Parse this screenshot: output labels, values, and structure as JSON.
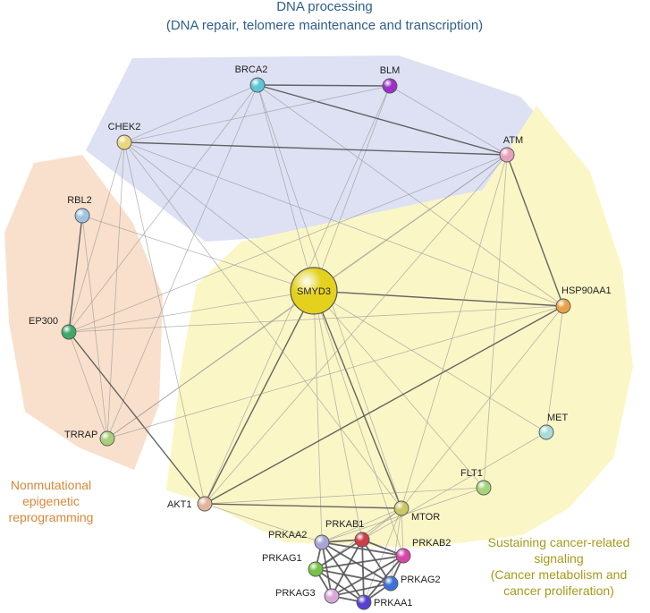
{
  "titles": {
    "line1": "DNA processing",
    "line2": "(DNA repair, telomere maintenance and transcription)"
  },
  "categories": {
    "orange": [
      "Nonmutational",
      "epigenetic",
      "reprogramming"
    ],
    "olive": [
      "Sustaining cancer-related",
      "signaling",
      "(Cancer metabolism and",
      "cancer proliferation)"
    ]
  },
  "colors": {
    "dna_region": "#dde1f3",
    "epi_region": "#f9e0cc",
    "signal_region": "#fbf6c6",
    "title_text": "#2f5f8a",
    "orange_text": "#d7883a",
    "olive_text": "#a59a1a",
    "edge": "#666666"
  },
  "nodes": [
    {
      "id": "SMYD3",
      "label": "SMYD3",
      "color": "#e3d11d"
    },
    {
      "id": "BRCA2",
      "label": "BRCA2",
      "color": "#5cc6d6"
    },
    {
      "id": "BLM",
      "label": "BLM",
      "color": "#9b30c8"
    },
    {
      "id": "CHEK2",
      "label": "CHEK2",
      "color": "#e9d77e"
    },
    {
      "id": "ATM",
      "label": "ATM",
      "color": "#e4a2bd"
    },
    {
      "id": "RBL2",
      "label": "RBL2",
      "color": "#9fc4e2"
    },
    {
      "id": "EP300",
      "label": "EP300",
      "color": "#3fa96a"
    },
    {
      "id": "TRRAP",
      "label": "TRRAP",
      "color": "#a9cf78"
    },
    {
      "id": "HSP90AA1",
      "label": "HSP90AA1",
      "color": "#e7a247"
    },
    {
      "id": "MET",
      "label": "MET",
      "color": "#a8dcd6"
    },
    {
      "id": "FLT1",
      "label": "FLT1",
      "color": "#a4d37a"
    },
    {
      "id": "AKT1",
      "label": "AKT1",
      "color": "#e1b59d"
    },
    {
      "id": "MTOR",
      "label": "MTOR",
      "color": "#cbc761"
    },
    {
      "id": "PRKAB1",
      "label": "PRKAB1",
      "color": "#cf3d48"
    },
    {
      "id": "PRKAA2",
      "label": "PRKAA2",
      "color": "#a6a6d6"
    },
    {
      "id": "PRKAB2",
      "label": "PRKAB2",
      "color": "#d745a8"
    },
    {
      "id": "PRKAG1",
      "label": "PRKAG1",
      "color": "#79c24a"
    },
    {
      "id": "PRKAG2",
      "label": "PRKAG2",
      "color": "#3c72d8"
    },
    {
      "id": "PRKAG3",
      "label": "PRKAG3",
      "color": "#d8a8d8"
    },
    {
      "id": "PRKAA1",
      "label": "PRKAA1",
      "color": "#5a3fd2"
    }
  ],
  "edges": [
    [
      "SMYD3",
      "BRCA2"
    ],
    [
      "SMYD3",
      "BLM"
    ],
    [
      "SMYD3",
      "CHEK2"
    ],
    [
      "SMYD3",
      "ATM"
    ],
    [
      "SMYD3",
      "RBL2"
    ],
    [
      "SMYD3",
      "EP300"
    ],
    [
      "SMYD3",
      "TRRAP"
    ],
    [
      "SMYD3",
      "HSP90AA1"
    ],
    [
      "SMYD3",
      "MET"
    ],
    [
      "SMYD3",
      "FLT1"
    ],
    [
      "SMYD3",
      "AKT1"
    ],
    [
      "SMYD3",
      "MTOR"
    ],
    [
      "SMYD3",
      "PRKAB1"
    ],
    [
      "SMYD3",
      "PRKAA2"
    ],
    [
      "SMYD3",
      "PRKAB2"
    ],
    [
      "BRCA2",
      "BLM"
    ],
    [
      "BRCA2",
      "CHEK2"
    ],
    [
      "BRCA2",
      "ATM"
    ],
    [
      "BRCA2",
      "EP300"
    ],
    [
      "BRCA2",
      "TRRAP"
    ],
    [
      "BRCA2",
      "MTOR"
    ],
    [
      "BRCA2",
      "HSP90AA1"
    ],
    [
      "BLM",
      "CHEK2"
    ],
    [
      "BLM",
      "ATM"
    ],
    [
      "BLM",
      "AKT1"
    ],
    [
      "CHEK2",
      "ATM"
    ],
    [
      "CHEK2",
      "EP300"
    ],
    [
      "CHEK2",
      "TRRAP"
    ],
    [
      "CHEK2",
      "AKT1"
    ],
    [
      "CHEK2",
      "MTOR"
    ],
    [
      "CHEK2",
      "HSP90AA1"
    ],
    [
      "ATM",
      "EP300"
    ],
    [
      "ATM",
      "TRRAP"
    ],
    [
      "ATM",
      "AKT1"
    ],
    [
      "ATM",
      "MTOR"
    ],
    [
      "ATM",
      "HSP90AA1"
    ],
    [
      "ATM",
      "FLT1"
    ],
    [
      "RBL2",
      "EP300"
    ],
    [
      "RBL2",
      "TRRAP"
    ],
    [
      "EP300",
      "TRRAP"
    ],
    [
      "EP300",
      "AKT1"
    ],
    [
      "EP300",
      "HSP90AA1"
    ],
    [
      "TRRAP",
      "HSP90AA1"
    ],
    [
      "HSP90AA1",
      "AKT1"
    ],
    [
      "HSP90AA1",
      "MTOR"
    ],
    [
      "HSP90AA1",
      "MET"
    ],
    [
      "MET",
      "PRKAB1"
    ],
    [
      "FLT1",
      "AKT1"
    ],
    [
      "FLT1",
      "PRKAA2"
    ],
    [
      "AKT1",
      "MTOR"
    ],
    [
      "AKT1",
      "PRKAA2"
    ],
    [
      "MTOR",
      "PRKAB1"
    ],
    [
      "MTOR",
      "PRKAA2"
    ],
    [
      "MTOR",
      "PRKAB2"
    ],
    [
      "MTOR",
      "PRKAG1"
    ],
    [
      "MTOR",
      "PRKAG2"
    ],
    [
      "MTOR",
      "PRKAA1"
    ],
    [
      "PRKAA2",
      "PRKAB1"
    ],
    [
      "PRKAA2",
      "PRKAB2"
    ],
    [
      "PRKAA2",
      "PRKAG1"
    ],
    [
      "PRKAA2",
      "PRKAG2"
    ],
    [
      "PRKAA2",
      "PRKAG3"
    ],
    [
      "PRKAA2",
      "PRKAA1"
    ],
    [
      "PRKAB1",
      "PRKAB2"
    ],
    [
      "PRKAB1",
      "PRKAG1"
    ],
    [
      "PRKAB1",
      "PRKAG2"
    ],
    [
      "PRKAB1",
      "PRKAG3"
    ],
    [
      "PRKAB1",
      "PRKAA1"
    ],
    [
      "PRKAB2",
      "PRKAG1"
    ],
    [
      "PRKAB2",
      "PRKAG2"
    ],
    [
      "PRKAB2",
      "PRKAG3"
    ],
    [
      "PRKAB2",
      "PRKAA1"
    ],
    [
      "PRKAG1",
      "PRKAG2"
    ],
    [
      "PRKAG1",
      "PRKAG3"
    ],
    [
      "PRKAG1",
      "PRKAA1"
    ],
    [
      "PRKAG2",
      "PRKAG3"
    ],
    [
      "PRKAG2",
      "PRKAA1"
    ],
    [
      "PRKAG3",
      "PRKAA1"
    ]
  ]
}
